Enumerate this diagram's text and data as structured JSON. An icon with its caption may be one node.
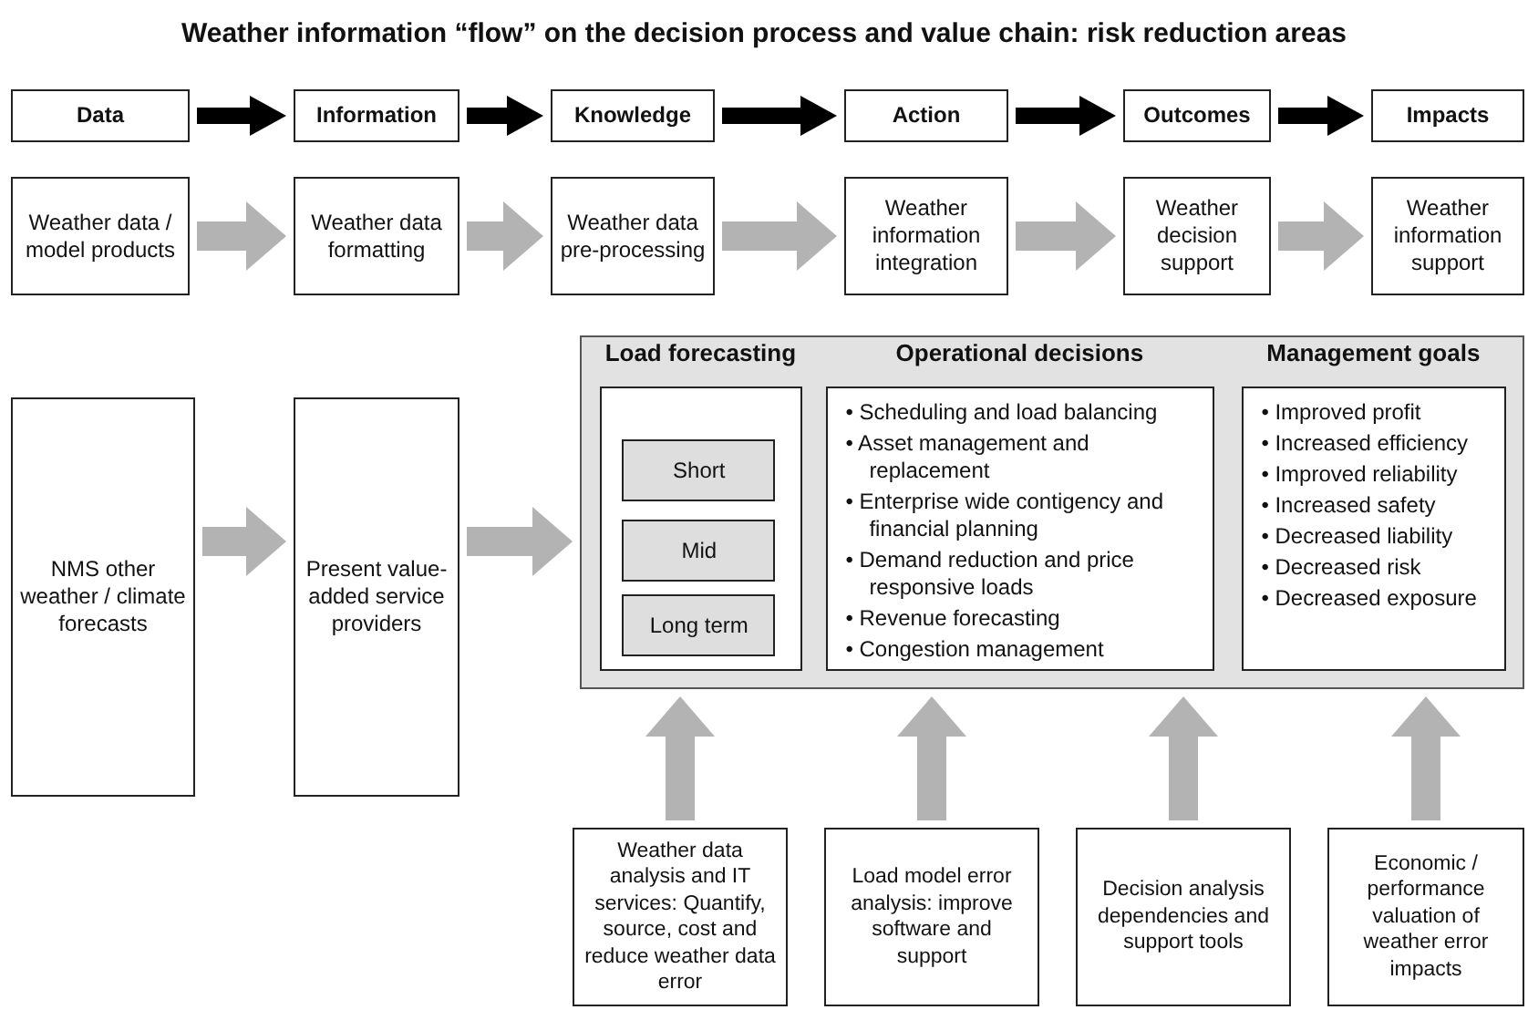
{
  "diagram": {
    "title": "Weather information “flow” on the decision process and value chain: risk reduction areas",
    "nodes": [
      {
        "text": [
          "Data"
        ]
      },
      {
        "text": [
          "Information"
        ]
      },
      {
        "text": [
          "Knowledge"
        ]
      },
      {
        "text": [
          "Action"
        ]
      },
      {
        "text": [
          "Outcomes"
        ]
      },
      {
        "text": [
          "Impacts"
        ]
      },
      {
        "text": [
          "Weather data / model products"
        ]
      },
      {
        "text": [
          "Weather data formatting"
        ]
      },
      {
        "text": [
          "Weather data pre-processing"
        ]
      },
      {
        "text": [
          "Weather information integration"
        ]
      },
      {
        "text": [
          "Weather decision support"
        ]
      },
      {
        "text": [
          "Weather information support"
        ]
      },
      {
        "text": [
          "NMS other weather / climate forecasts"
        ]
      },
      {
        "text": [
          "Present value-added service providers"
        ]
      },
      {
        "text": [],
        "shape": "box"
      },
      {
        "text": [
          "Load forecasting"
        ],
        "in": 14
      },
      {
        "text": [
          "Short"
        ],
        "in": 15
      },
      {
        "text": [
          "Mid"
        ],
        "in": 15
      },
      {
        "text": [
          "Long term"
        ],
        "in": 15
      },
      {
        "text": [
          "Operational decisions",
          "• Scheduling and load balancing",
          "• Asset management and replacement",
          "• Enterprise wide contigency and financial planning",
          "• Demand reduction and price responsive loads",
          "• Revenue forecasting",
          "• Congestion management"
        ],
        "in": 14
      },
      {
        "text": [
          "Management goals",
          "• Improved profit",
          "• Increased efficiency",
          "• Improved reliability",
          "• Increased safety",
          "• Decreased liability",
          "• Decreased risk",
          "• Decreased exposure"
        ],
        "in": 14
      },
      {
        "text": [
          "Weather data analysis and IT services: Quantify, source, cost and reduce weather data error"
        ]
      },
      {
        "text": [
          "Load model error analysis: improve software and support"
        ]
      },
      {
        "text": [
          "Decision analysis dependencies and support tools"
        ]
      },
      {
        "text": [
          "Economic / performance valuation of weather error impacts"
        ]
      }
    ],
    "edges": [
      {
        "from": 0,
        "to": 1,
        "arrow": "to",
        "color": "#000000"
      },
      {
        "from": 1,
        "to": 2,
        "arrow": "to",
        "color": "#000000"
      },
      {
        "from": 2,
        "to": 3,
        "arrow": "to",
        "color": "#000000"
      },
      {
        "from": 3,
        "to": 4,
        "arrow": "to",
        "color": "#000000"
      },
      {
        "from": 4,
        "to": 5,
        "arrow": "to",
        "color": "#000000"
      },
      {
        "from": 6,
        "to": 7,
        "arrow": "to"
      },
      {
        "from": 7,
        "to": 8,
        "arrow": "to"
      },
      {
        "from": 8,
        "to": 9,
        "arrow": "to"
      },
      {
        "from": 9,
        "to": 10,
        "arrow": "to"
      },
      {
        "from": 10,
        "to": 11,
        "arrow": "to"
      },
      {
        "from": 12,
        "to": 13,
        "arrow": "to"
      },
      {
        "from": 13,
        "to": 14,
        "arrow": "to"
      },
      {
        "from": 21,
        "to": 14,
        "arrow": "to"
      },
      {
        "from": 22,
        "to": 14,
        "arrow": "to"
      },
      {
        "from": 23,
        "to": 14,
        "arrow": "to"
      },
      {
        "from": 24,
        "to": 14,
        "arrow": "to"
      }
    ]
  }
}
